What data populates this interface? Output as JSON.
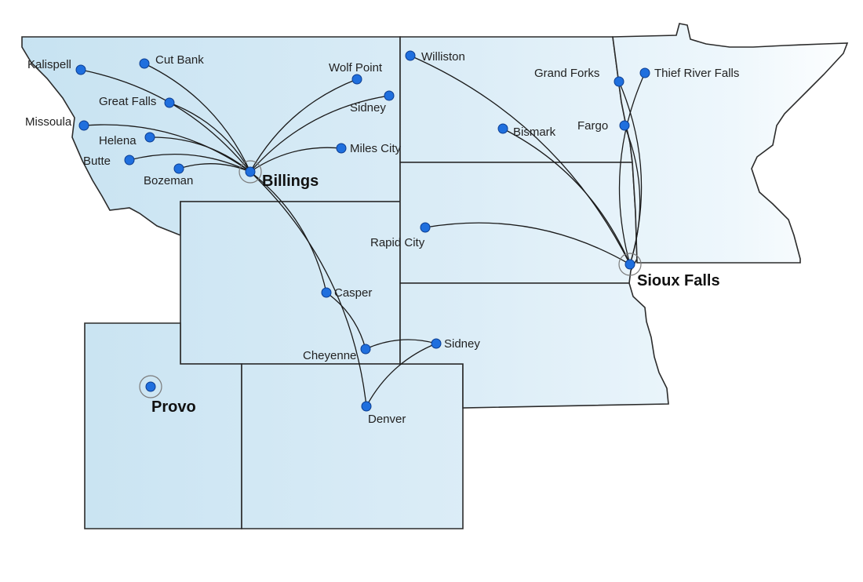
{
  "colors": {
    "accent": "#1f6fde",
    "state_fill_left": "#c9e4f2",
    "state_fill_right": "#ffffff",
    "border": "#2b2b2b",
    "route": "#1a1a1a"
  },
  "hubs": {
    "billings": "Billings",
    "sioux_falls": "Sioux Falls",
    "provo": "Provo"
  },
  "cities": {
    "kalispell": "Kalispell",
    "cut_bank": "Cut Bank",
    "great_falls": "Great Falls",
    "missoula": "Missoula",
    "helena": "Helena",
    "butte": "Butte",
    "bozeman": "Bozeman",
    "wolf_point": "Wolf Point",
    "sidney_mt": "Sidney",
    "miles_city": "Miles City",
    "williston": "Williston",
    "grand_forks": "Grand Forks",
    "thief_river_falls": "Thief River Falls",
    "fargo": "Fargo",
    "bismark": "Bismark",
    "rapid_city": "Rapid City",
    "casper": "Casper",
    "cheyenne": "Cheyenne",
    "sidney_ne": "Sidney",
    "denver": "Denver"
  },
  "routes": [
    [
      "billings",
      "kalispell"
    ],
    [
      "billings",
      "cut_bank"
    ],
    [
      "billings",
      "great_falls"
    ],
    [
      "billings",
      "missoula"
    ],
    [
      "billings",
      "helena"
    ],
    [
      "billings",
      "butte"
    ],
    [
      "billings",
      "bozeman"
    ],
    [
      "billings",
      "wolf_point"
    ],
    [
      "billings",
      "sidney_mt"
    ],
    [
      "billings",
      "miles_city"
    ],
    [
      "billings",
      "casper"
    ],
    [
      "billings",
      "denver"
    ],
    [
      "casper",
      "cheyenne"
    ],
    [
      "cheyenne",
      "sidney_ne"
    ],
    [
      "denver",
      "sidney_ne"
    ],
    [
      "sioux_falls",
      "williston"
    ],
    [
      "sioux_falls",
      "bismark"
    ],
    [
      "sioux_falls",
      "grand_forks"
    ],
    [
      "sioux_falls",
      "fargo"
    ],
    [
      "sioux_falls",
      "thief_river_falls"
    ],
    [
      "sioux_falls",
      "rapid_city"
    ]
  ]
}
